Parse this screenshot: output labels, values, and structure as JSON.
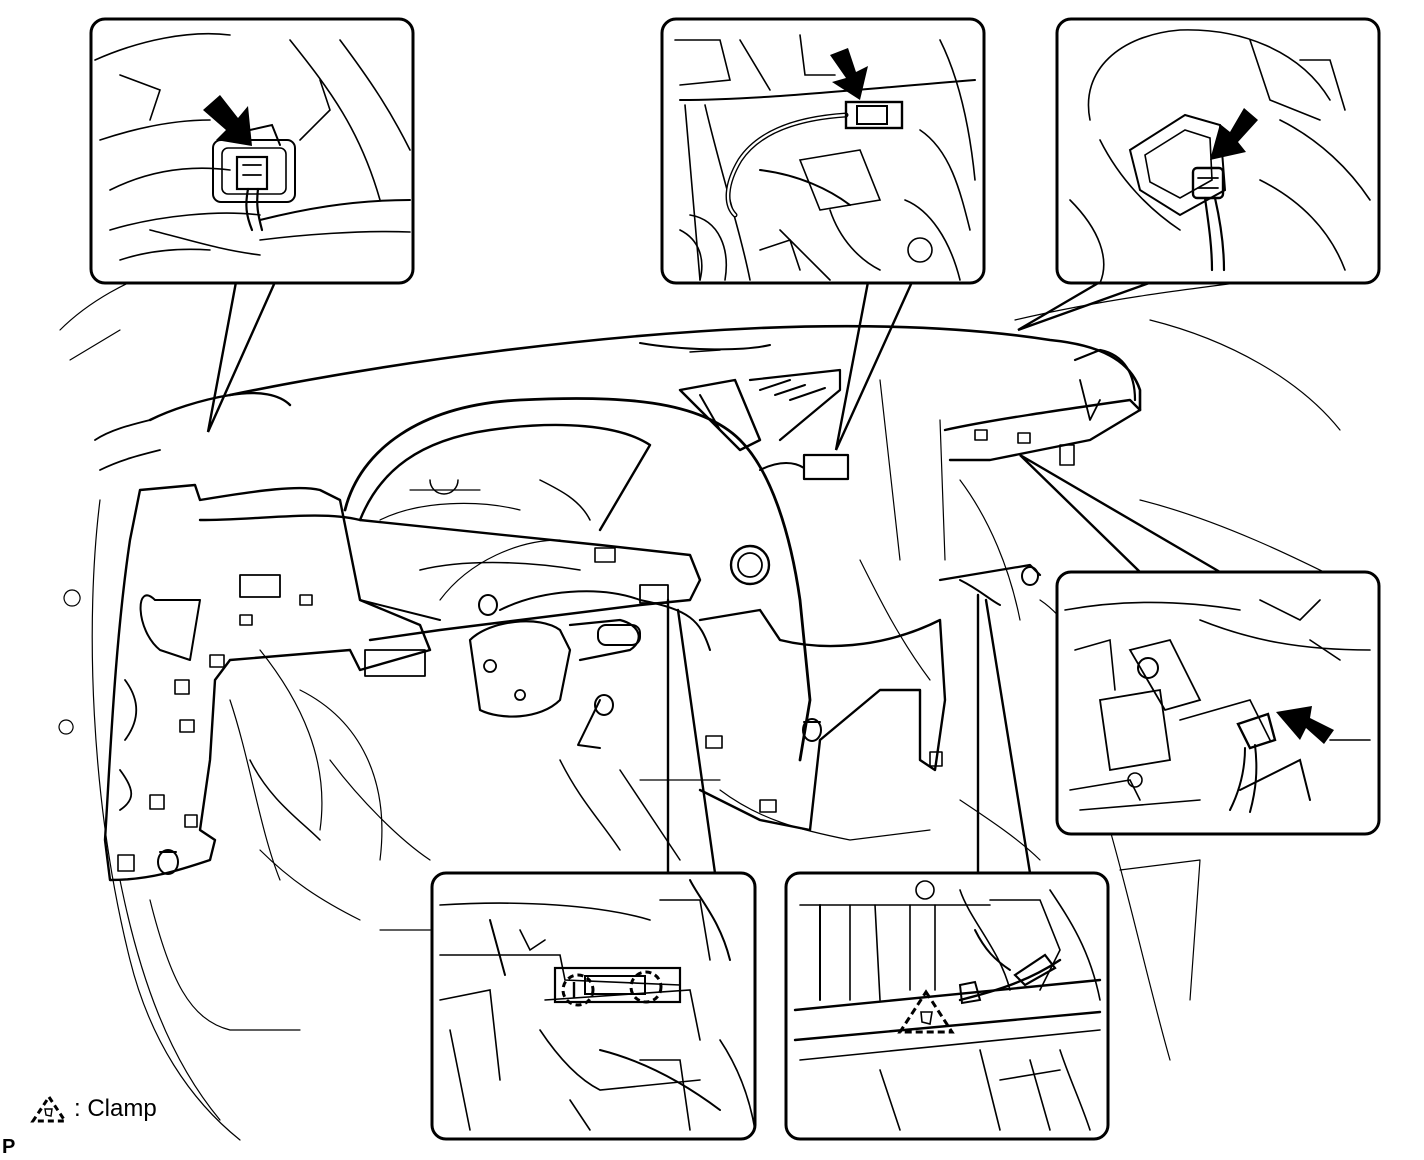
{
  "legend": {
    "icon": "clamp-triangle-icon",
    "label": ": Clamp"
  },
  "figure_code": "P",
  "colors": {
    "ink": "#000000",
    "paper": "#ffffff"
  },
  "callouts": [
    {
      "name": "callout-top-left-connector",
      "marker": "arrow-icon"
    },
    {
      "name": "callout-top-center-connector",
      "marker": "arrow-icon"
    },
    {
      "name": "callout-top-right-connector",
      "marker": "arrow-icon"
    },
    {
      "name": "callout-right-connector",
      "marker": "arrow-icon"
    },
    {
      "name": "callout-bottom-center-claws",
      "marker": "claw-circle-icon"
    },
    {
      "name": "callout-bottom-right-clamp",
      "marker": "clamp-triangle-icon"
    }
  ]
}
